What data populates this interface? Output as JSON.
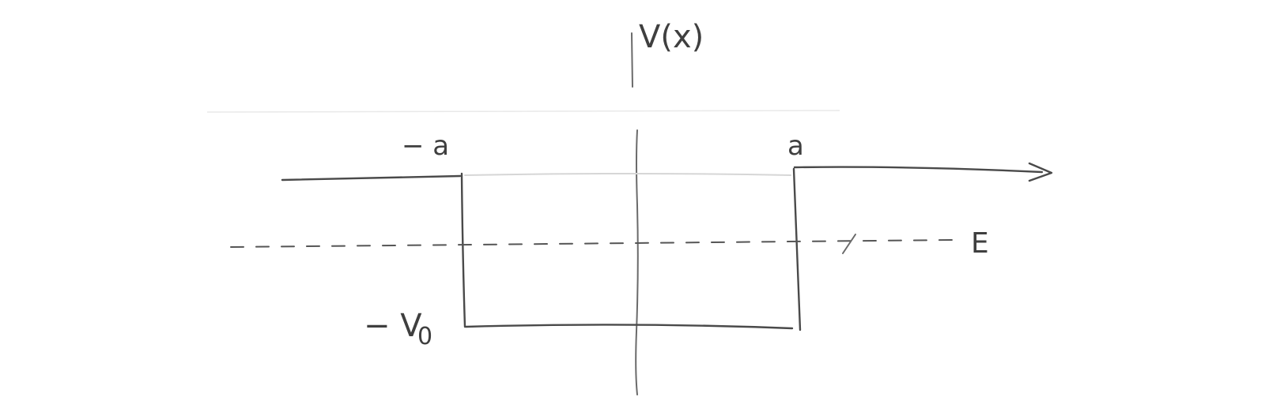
{
  "labels": {
    "potential": "V(x)",
    "left_edge": "− a",
    "right_edge": "a",
    "well_depth": "− V",
    "well_depth_subscript": "0",
    "energy": "E"
  },
  "colors": {
    "ink": "#4a4a4a",
    "background": "#ffffff"
  }
}
